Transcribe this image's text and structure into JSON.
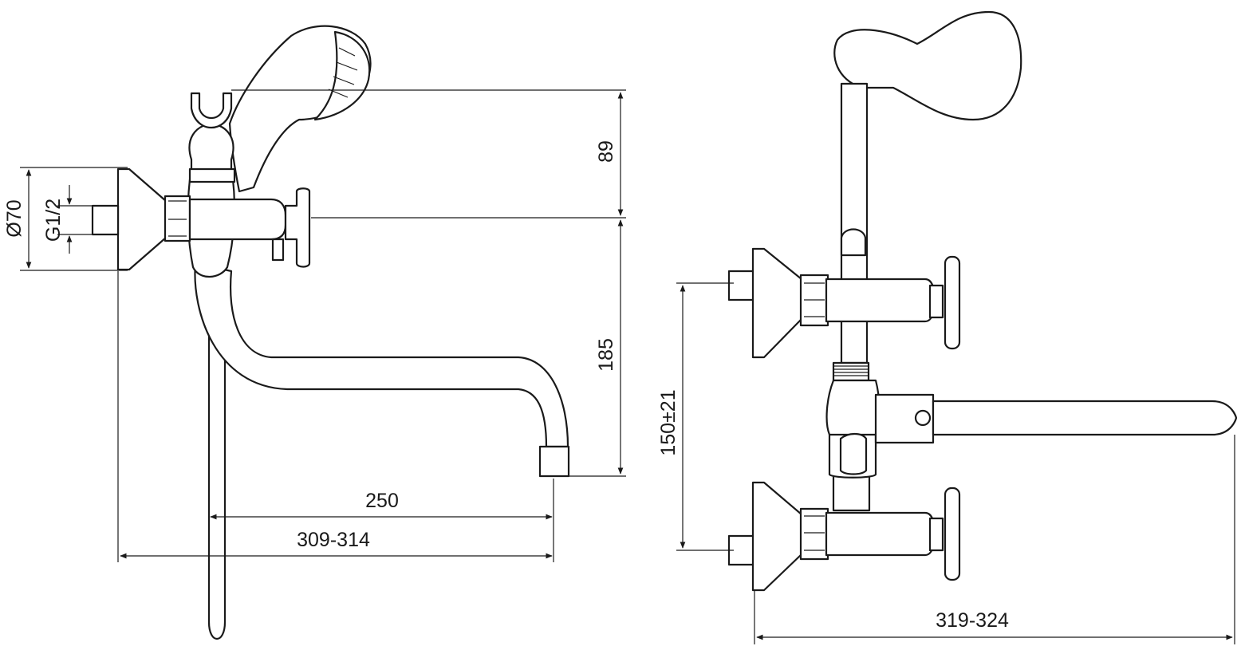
{
  "side_view": {
    "dim_height_upper": "89",
    "dim_height_lower": "185",
    "dim_diameter": "Ø70",
    "dim_thread": "G1/2",
    "dim_spout": "250",
    "dim_overall": "309-314"
  },
  "front_view": {
    "dim_centers": "150±21",
    "dim_overall": "319-324"
  },
  "colors": {
    "line": "#1a1a1a",
    "background": "#ffffff"
  }
}
